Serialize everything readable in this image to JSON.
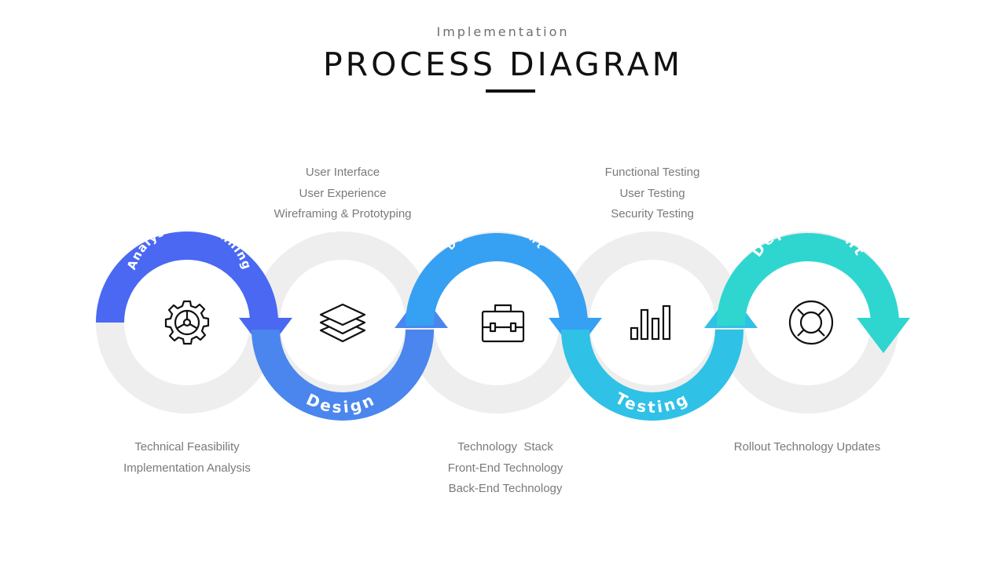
{
  "header": {
    "subtitle": "Implementation",
    "title": "PROCESS DIAGRAM"
  },
  "stages": [
    {
      "label": "Analysis & Planning",
      "icon": "gear-icon",
      "notes": [
        "Technical Feasibility",
        "Implementation Analysis"
      ],
      "color": "#4a68f2"
    },
    {
      "label": "Design",
      "icon": "layers-icon",
      "notes": [
        "User Interface",
        "User Experience",
        "Wireframing & Prototyping"
      ],
      "color": "#4a86ee"
    },
    {
      "label": "Development",
      "icon": "toolbox-icon",
      "notes": [
        "Technology  Stack",
        "Front-End Technology",
        "Back-End Technology"
      ],
      "color": "#36a0f3"
    },
    {
      "label": "Testing",
      "icon": "bar-chart-icon",
      "notes": [
        "Functional Testing",
        "User Testing",
        "Security Testing"
      ],
      "color": "#2fc1e6"
    },
    {
      "label": "Deployment",
      "icon": "lifebuoy-icon",
      "notes": [
        "Rollout Technology Updates"
      ],
      "color": "#2fd6d0"
    }
  ],
  "colors": {
    "ring_background": "#eeeeee",
    "icon_stroke": "#111111",
    "label_text": "#ffffff",
    "note_text": "#7a7a7a"
  }
}
